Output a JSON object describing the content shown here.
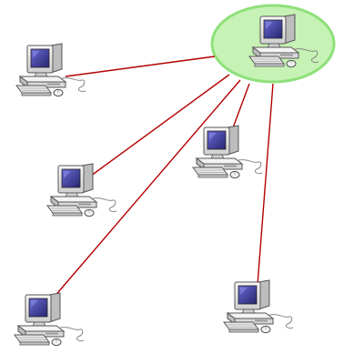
{
  "diagram": {
    "type": "star-network",
    "hub": {
      "icon": "desktop-computer-icon",
      "highlight": "ellipse",
      "highlight_fill": "#c6f2b5",
      "highlight_stroke": "#8ee07a"
    },
    "nodes": [
      {
        "id": "top-left",
        "icon": "desktop-computer-icon"
      },
      {
        "id": "middle-right",
        "icon": "desktop-computer-icon"
      },
      {
        "id": "middle-left",
        "icon": "desktop-computer-icon"
      },
      {
        "id": "bottom-left",
        "icon": "desktop-computer-icon"
      },
      {
        "id": "bottom-right",
        "icon": "desktop-computer-icon"
      }
    ],
    "links": [
      {
        "from": "hub",
        "to": "top-left"
      },
      {
        "from": "hub",
        "to": "middle-right"
      },
      {
        "from": "hub",
        "to": "middle-left"
      },
      {
        "from": "hub",
        "to": "bottom-left"
      },
      {
        "from": "hub",
        "to": "bottom-right"
      }
    ],
    "colors": {
      "link": "#b30000",
      "screen": "#3d3d9e",
      "case": "#ededed",
      "outline": "#555555"
    }
  }
}
